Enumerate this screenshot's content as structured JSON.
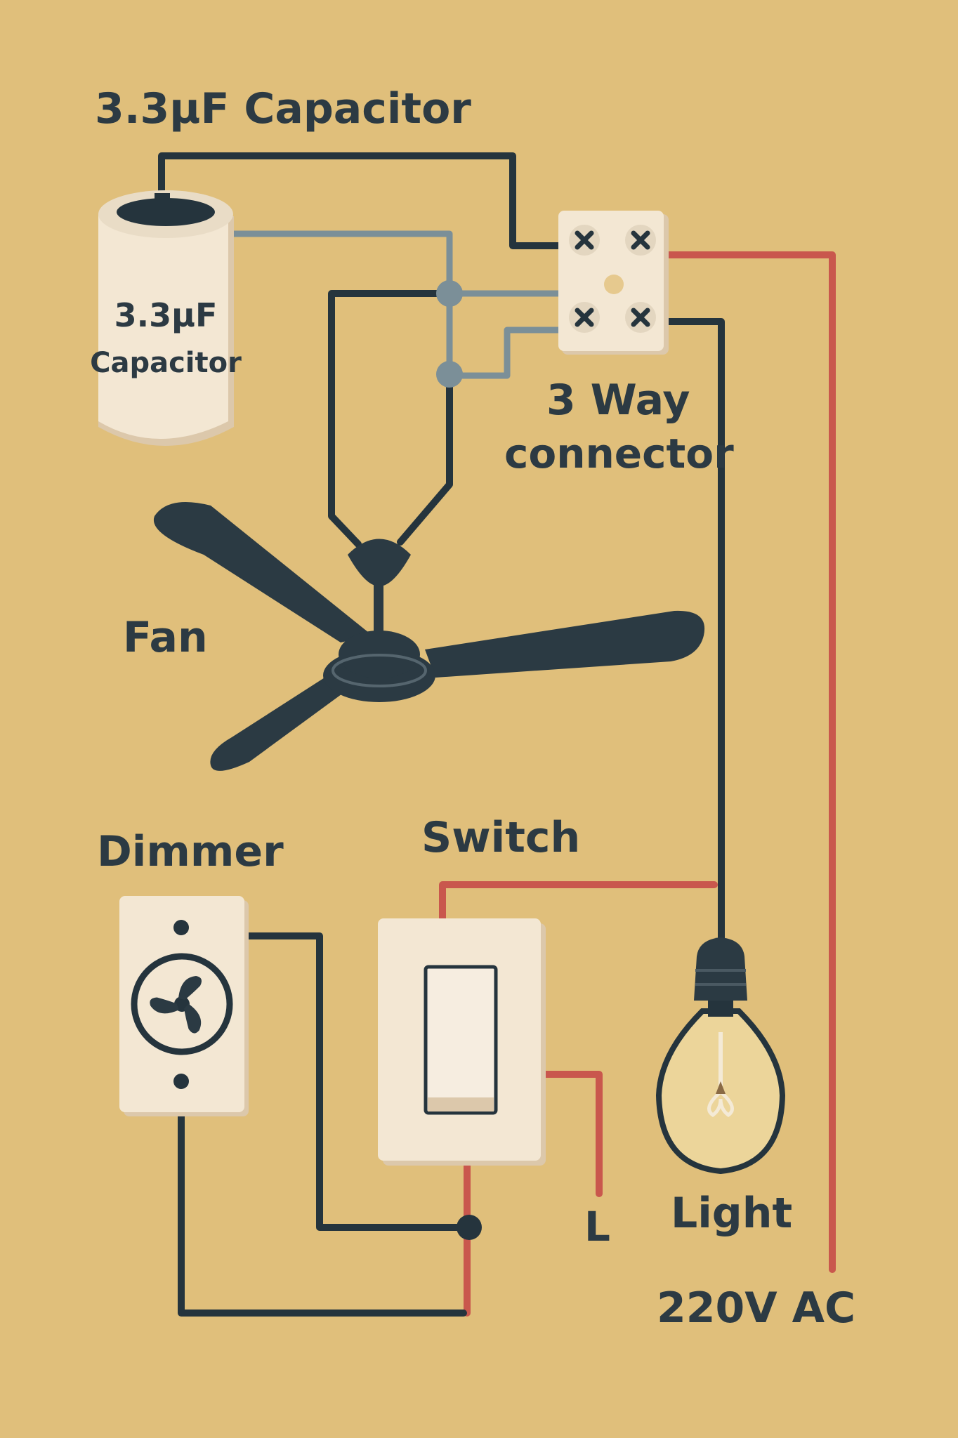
{
  "labels": {
    "capacitor_title": "3.3µF Capacitor",
    "capacitor_body_line1": "3.3µF",
    "capacitor_body_line2": "Capacitor",
    "connector_line1": "3 Way",
    "connector_line2": "connector",
    "fan": "Fan",
    "dimmer": "Dimmer",
    "switch": "Switch",
    "light": "Light",
    "line": "L",
    "supply": "220V AC"
  },
  "colors": {
    "background": "#e0bf7b",
    "wire_black": "#25343d",
    "wire_gray": "#7b8f98",
    "wire_red": "#c9574d",
    "component_cream": "#f3e7d3",
    "fan_dark": "#2b3a43"
  },
  "icons": {
    "capacitor": "capacitor-icon",
    "connector": "terminal-block-icon",
    "fan": "ceiling-fan-icon",
    "dimmer": "fan-dimmer-icon",
    "switch": "rocker-switch-icon",
    "light": "light-bulb-icon"
  }
}
